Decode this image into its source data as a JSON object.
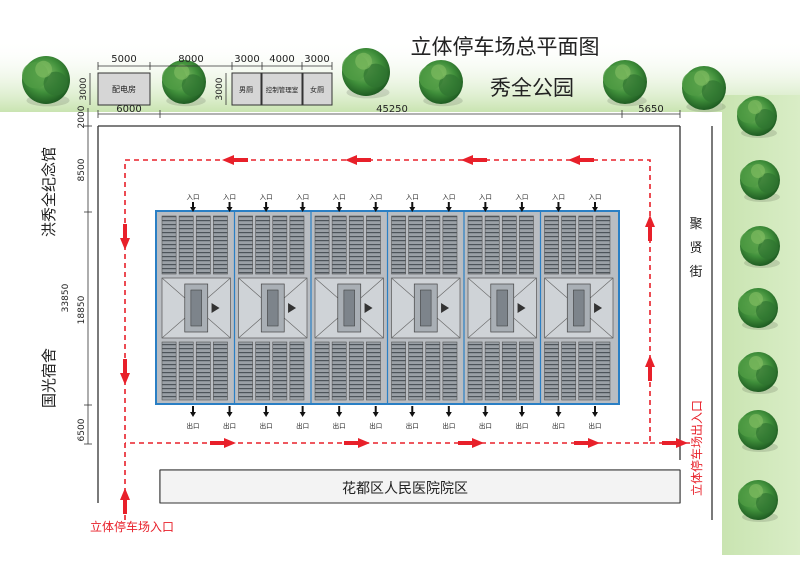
{
  "title": "立体停车场总平面图",
  "subtitle": "秀全公园",
  "buildings": [
    {
      "label": "配电房",
      "dim": "5000"
    },
    {
      "label": "男厕",
      "dim": "3000"
    },
    {
      "label": "控制管理室",
      "dim": "4000"
    },
    {
      "label": "女厕",
      "dim": "3000"
    }
  ],
  "dims": {
    "d8000": "8000",
    "h3000a": "3000",
    "h3000b": "3000",
    "w6000": "6000",
    "w45250": "45250",
    "w5650": "5650",
    "v2000": "2000",
    "v8500": "8500",
    "v33850": "33850",
    "v18850": "18850",
    "v6500": "6500"
  },
  "labels": {
    "left_upper": "洪秀全纪念馆",
    "left_lower": "国光宿舍",
    "right_street": "聚贤街",
    "bottom_area": "花都区人民医院院区",
    "entrance": "立体停车场入口",
    "exit": "立体停车场出入口",
    "in_label": "入口",
    "out_label": "出口"
  },
  "colors": {
    "route": "#e8202a",
    "lot_border": "#2a7fc4",
    "lot_fill": "#8a8f96",
    "wall": "#444444",
    "grass": "#cfe6b8"
  }
}
